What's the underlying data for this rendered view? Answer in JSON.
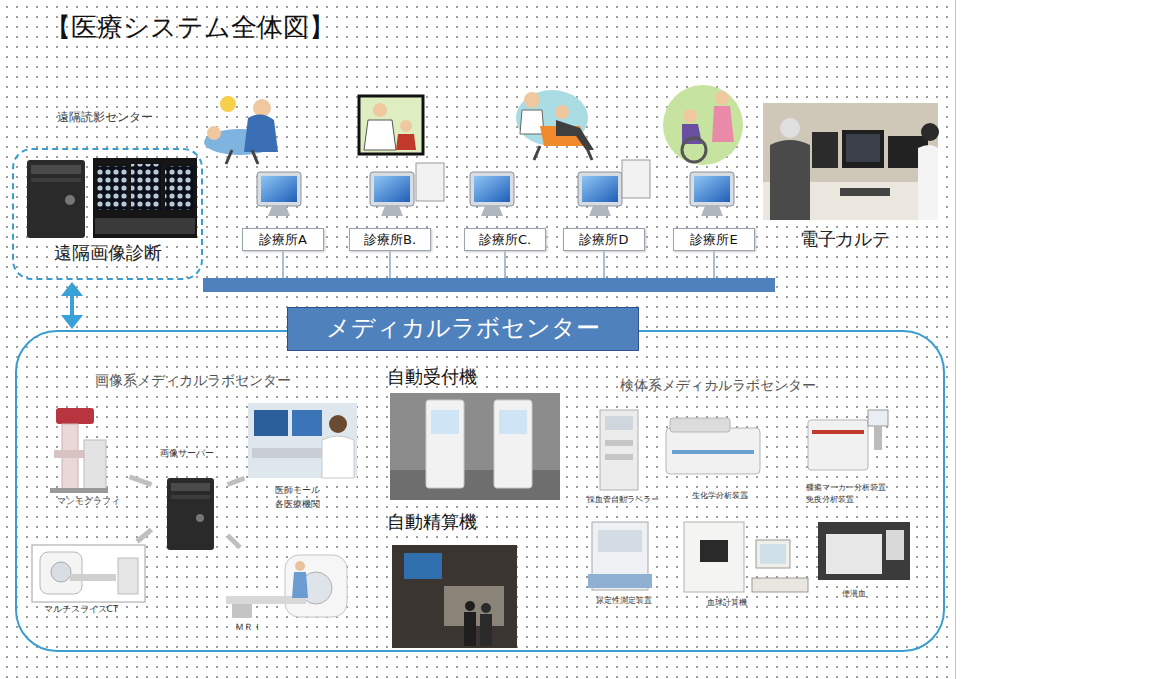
{
  "diagram": {
    "title": "【医療システム全体図】",
    "nodes": [
      {
        "text": [
          "遠隔読影センター",
          "遠隔画像診断"
        ]
      },
      {
        "text": [
          "診療所A"
        ]
      },
      {
        "text": [
          "診療所B."
        ]
      },
      {
        "text": [
          "診療所C."
        ]
      },
      {
        "text": [
          "診療所D"
        ]
      },
      {
        "text": [
          "診療所E"
        ]
      },
      {
        "text": [
          "メディカルラボセンター"
        ]
      },
      {
        "text": [
          "画像サーバー"
        ],
        "in": 6
      },
      {
        "text": [
          "マンモグラフィ"
        ],
        "in": 6
      },
      {
        "text": [
          "医師モール 各医療機関"
        ],
        "in": 6
      },
      {
        "text": [
          "マルチスライスCT"
        ],
        "in": 6
      },
      {
        "text": [
          "ＭＲＩ"
        ],
        "in": 6
      }
    ],
    "edges": [
      {
        "from": 0,
        "to": 6,
        "arrow": "both"
      },
      {
        "from": 8,
        "to": 7,
        "arrow": "none"
      },
      {
        "from": 9,
        "to": 7,
        "arrow": "none"
      },
      {
        "from": 10,
        "to": 7,
        "arrow": "none"
      },
      {
        "from": 11,
        "to": 7,
        "arrow": "none"
      }
    ],
    "labels": [
      "電子カルテ",
      "画像系メディカルラボセンター",
      "自動受付機",
      "自動精算機",
      "検体系メディカルラボセンター",
      "採血管自動ラベラー",
      "生化学分析装置",
      "腫瘍マーカー分析装置 免疫分析装置",
      "尿定性測定装置",
      "血球計算機",
      "便潜血"
    ]
  }
}
